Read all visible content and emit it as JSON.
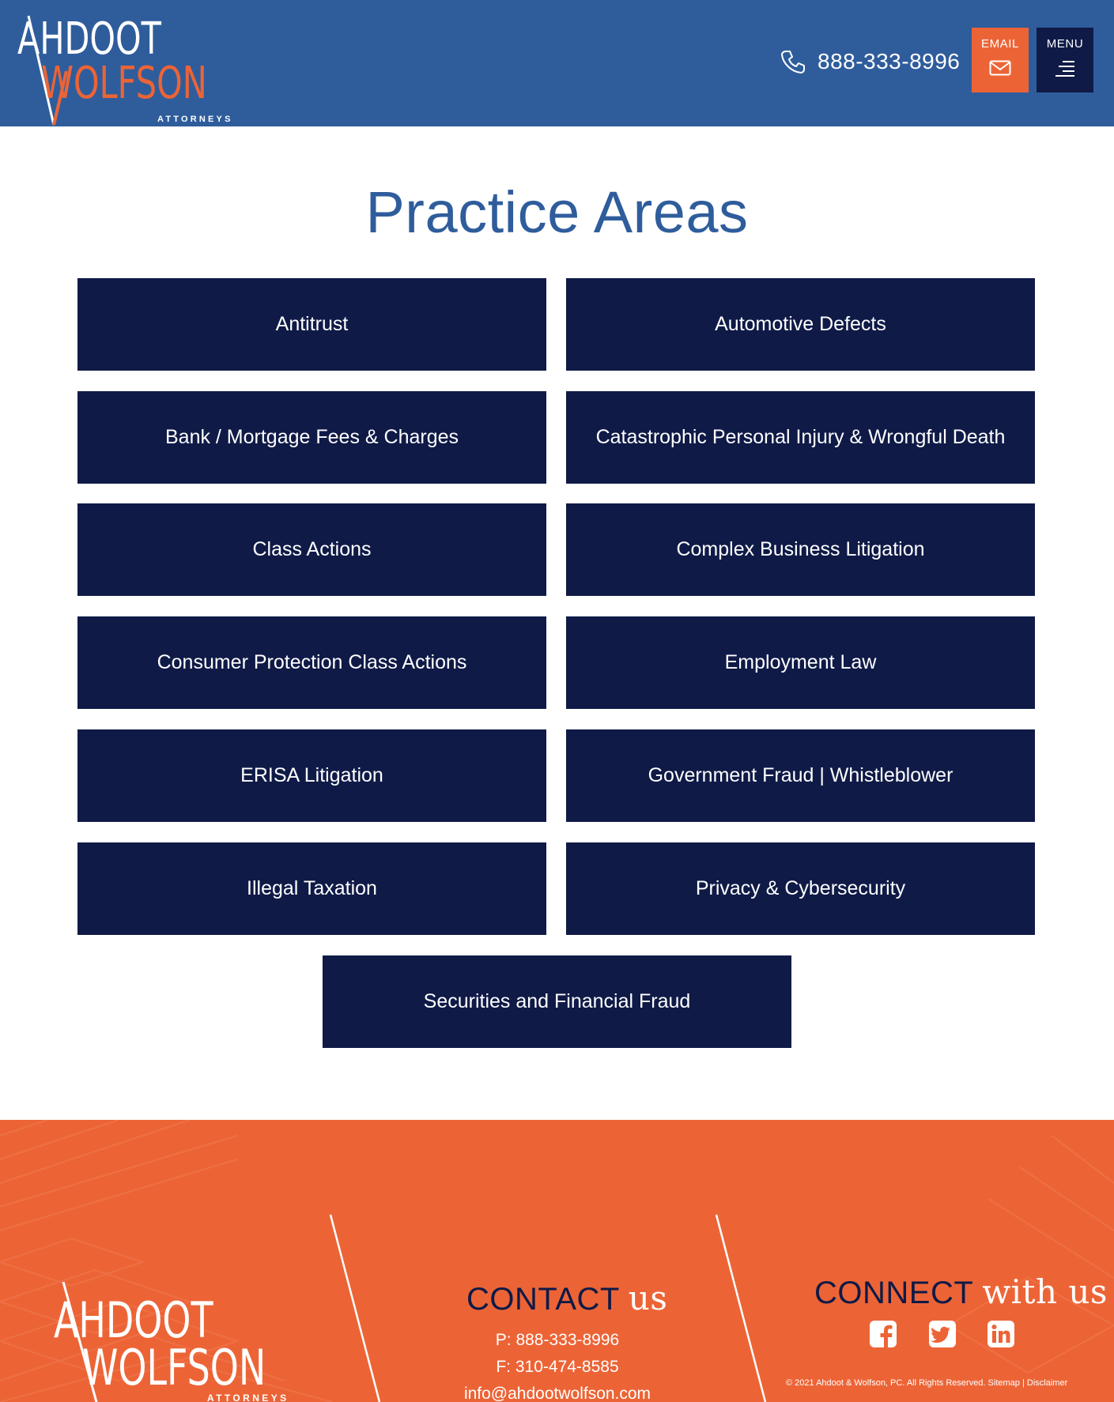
{
  "header": {
    "logo": {
      "line1": "AHDOOT",
      "line2": "WOLFSON",
      "line3": "ATTORNEYS"
    },
    "phone": "888-333-8996",
    "email_label": "EMAIL",
    "menu_label": "MENU",
    "colors": {
      "header_bg": "#2f5d9c",
      "accent": "#ec6436",
      "navy": "#0f1a47"
    }
  },
  "main": {
    "title": "Practice Areas",
    "practice_areas": [
      "Antitrust",
      "Automotive Defects",
      "Bank / Mortgage Fees & Charges",
      "Catastrophic Personal Injury & Wrongful Death",
      "Class Actions",
      "Complex Business Litigation",
      "Consumer Protection Class Actions",
      "Employment Law",
      "ERISA Litigation",
      "Government Fraud | Whistleblower",
      "Illegal Taxation",
      "Privacy & Cybersecurity",
      "Securities and Financial Fraud"
    ]
  },
  "footer": {
    "logo": {
      "line1": "AHDOOT",
      "line2": "WOLFSON",
      "line3": "ATTORNEYS"
    },
    "contact_heading": "CONTACT",
    "contact_heading_accent": "us",
    "phone": "P: 888-333-8996",
    "fax": "F: 310-474-8585",
    "email": "info@ahdootwolfson.com",
    "connect_heading": "CONNECT",
    "connect_heading_accent": "with us",
    "social_icons": [
      "facebook-icon",
      "twitter-icon",
      "linkedin-icon"
    ],
    "copyright": "© 2021 Ahdoot & Wolfson, PC. All Rights Reserved.",
    "sitemap": "Sitemap",
    "separator": "|",
    "disclaimer": "Disclaimer"
  }
}
